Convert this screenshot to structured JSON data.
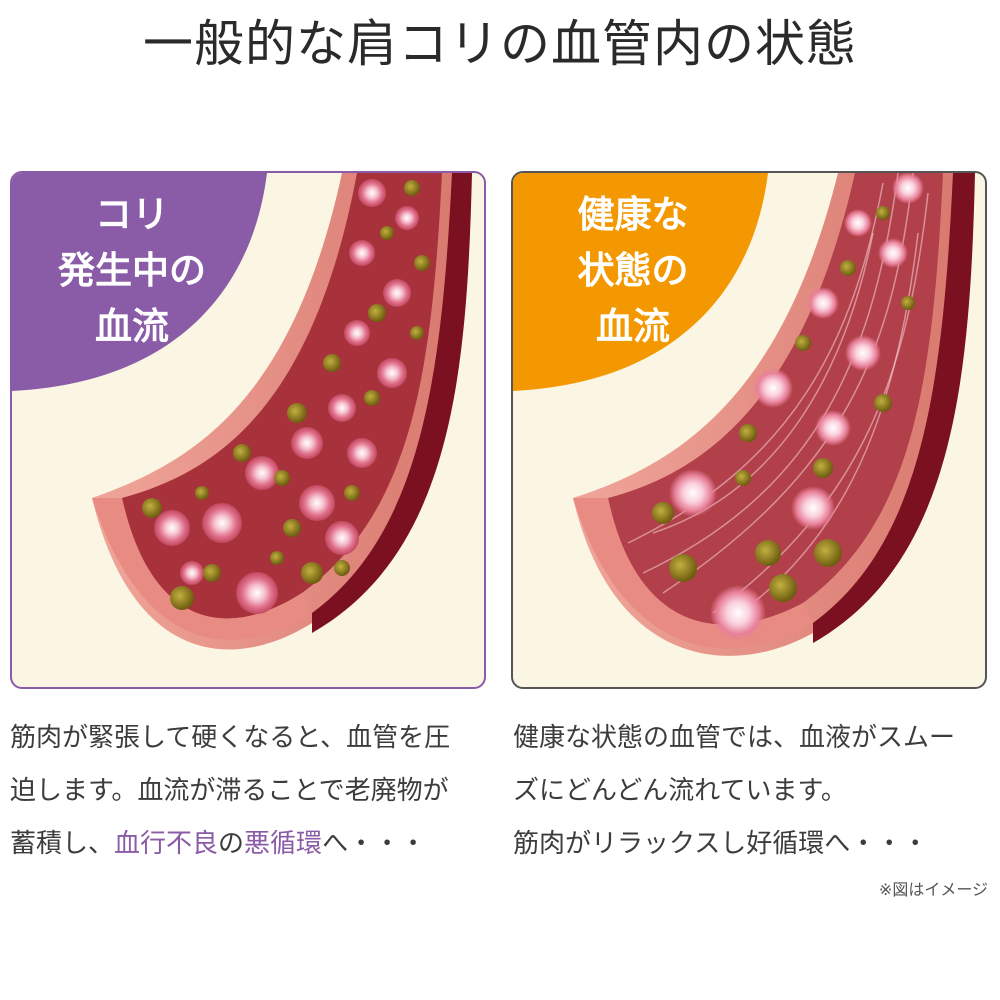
{
  "title": "一般的な肩コリの血管内の状態",
  "colors": {
    "left_accent": "#8a5ba6",
    "right_accent": "#f39800",
    "panel_bg": "#fbf6e3",
    "vessel_wall": "#e89088",
    "vessel_inner": "#a8323c",
    "plaque": "#8c7a1e"
  },
  "panels": [
    {
      "badge": "コリ\n発生中の\n血流",
      "illustration": "congested-vessel"
    },
    {
      "badge": "健康な\n状態の\n血流",
      "illustration": "healthy-vessel"
    }
  ],
  "descriptions": {
    "left": {
      "line1": "筋肉が緊張して硬くなると、血管を圧",
      "line2": "迫します。血流が滞ることで老廃物が",
      "line3_pre": "蓄積し、",
      "line3_hl1": "血行不良",
      "line3_mid": "の",
      "line3_hl2": "悪循環",
      "line3_post": "へ・・・"
    },
    "right": {
      "line1": "健康な状態の血管では、血液がスムー",
      "line2": "ズにどんどん流れています。",
      "line3": "筋肉がリラックスし好循環へ・・・"
    }
  },
  "note": "※図はイメージ"
}
